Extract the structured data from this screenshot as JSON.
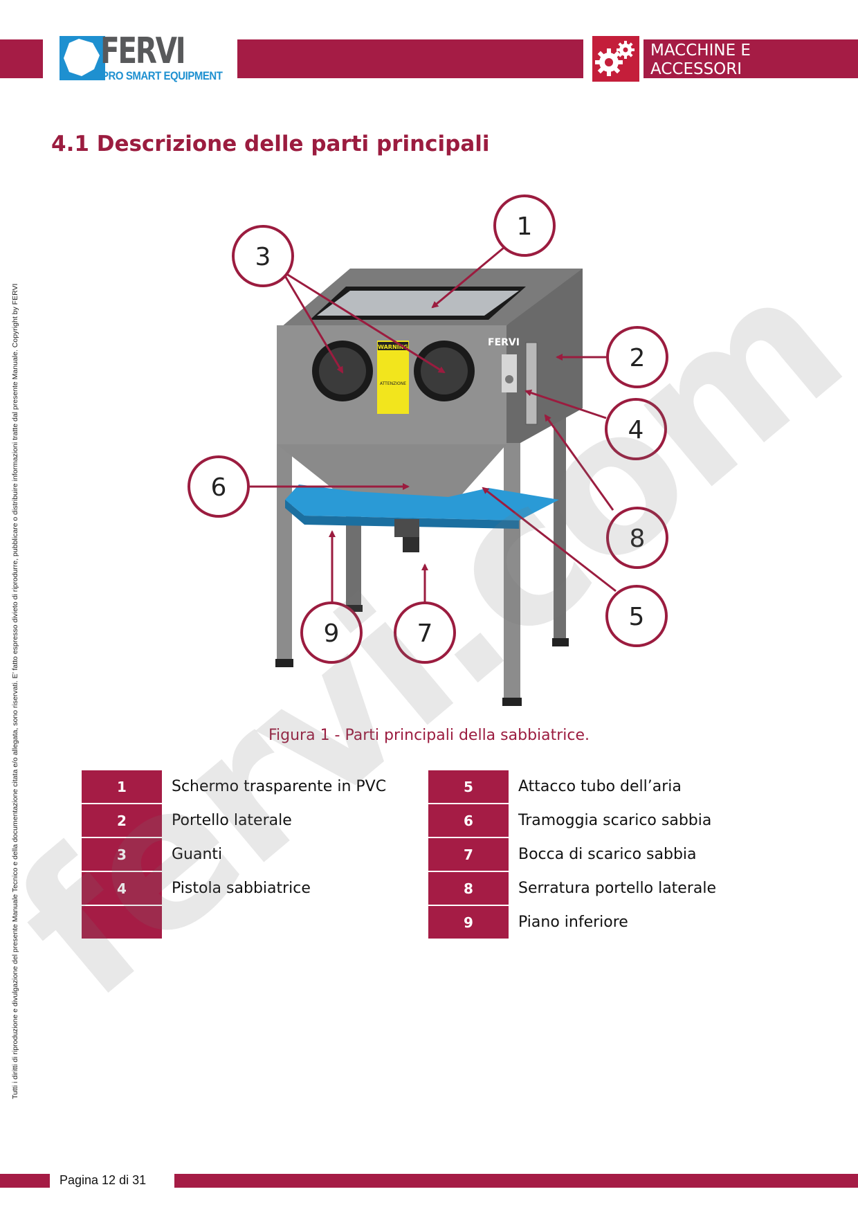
{
  "header": {
    "brand": "FERVI",
    "tagline": "PRO SMART EQUIPMENT",
    "category_line1": "MACCHINE E",
    "category_line2": "ACCESSORI",
    "icons": [
      "fervi-logo-icon",
      "gears-icon"
    ]
  },
  "section_title": "4.1 Descrizione delle parti principali",
  "figure": {
    "callout_labels": [
      "1",
      "2",
      "3",
      "4",
      "5",
      "6",
      "7",
      "8",
      "9"
    ],
    "machine_brand": "FERVI",
    "warning_label": "WARNING",
    "attention_label": "ATTENZIONE"
  },
  "caption": "Figura 1 - Parti principali della sabbiatrice.",
  "parts_left": [
    {
      "num": "1",
      "label": "Schermo trasparente in PVC"
    },
    {
      "num": "2",
      "label": "Portello laterale"
    },
    {
      "num": "3",
      "label": "Guanti"
    },
    {
      "num": "4",
      "label": "Pistola sabbiatrice"
    },
    {
      "num": "",
      "label": ""
    }
  ],
  "parts_right": [
    {
      "num": "5",
      "label": "Attacco tubo dell’aria"
    },
    {
      "num": "6",
      "label": "Tramoggia scarico sabbia"
    },
    {
      "num": "7",
      "label": "Bocca di scarico sabbia"
    },
    {
      "num": "8",
      "label": "Serratura portello laterale"
    },
    {
      "num": "9",
      "label": "Piano inferiore"
    }
  ],
  "side_note": "Tutti i diritti di riproduzione e divulgazione del presente Manuale Tecnico e della documentazione citata e/o allegata, sono riservati. E’ fatto espresso divieto di riprodurre, pubblicare o distribuire informazioni tratte dal presente Manuale. Copyright by FERVI",
  "watermark": "fervi.com",
  "footer": {
    "page": "Pagina 12 di 31"
  },
  "colors": {
    "brand": "#a51c45",
    "logo_blue": "#1e90d0",
    "tray_blue": "#2a9ad6",
    "cabinet": "#8c8c8c"
  }
}
